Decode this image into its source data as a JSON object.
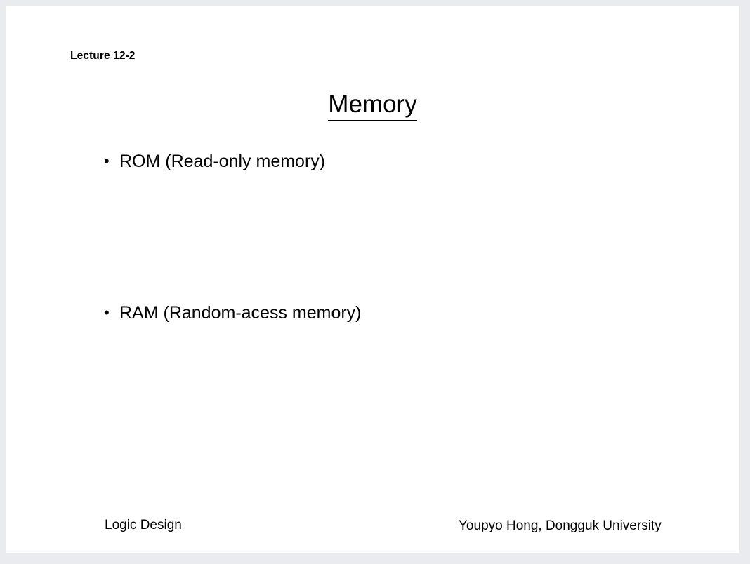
{
  "slide": {
    "lecture_label": "Lecture 12-2",
    "title": "Memory",
    "bullets": [
      {
        "marker": "•",
        "text": "ROM (Read-only memory)"
      },
      {
        "marker": "•",
        "text": "RAM (Random-acess memory)"
      }
    ],
    "footer": {
      "left": "Logic Design",
      "right": "Youpyo Hong, Dongguk University"
    }
  },
  "colors": {
    "page_background": "#e9ebee",
    "slide_background": "#ffffff",
    "text": "#000000"
  }
}
